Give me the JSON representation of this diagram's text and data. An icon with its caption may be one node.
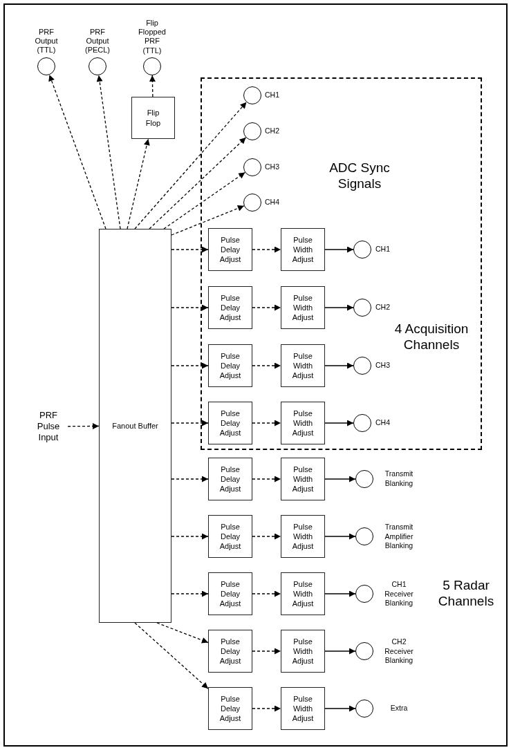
{
  "diagram": {
    "nodes": [
      {
        "text": [
          "PRF Output (TTL)"
        ]
      },
      {
        "text": [
          "PRF Output (PECL)"
        ]
      },
      {
        "text": [
          "Flip Flopped PRF (TTL)"
        ]
      },
      {
        "text": [
          "Flip Flop"
        ]
      },
      {
        "text": [
          "ADC Sync Signals",
          "4 Acquisition Channels"
        ]
      },
      {
        "text": [],
        "shape": "circle",
        "in": 4,
        "beside": [
          "CH1"
        ]
      },
      {
        "text": [],
        "shape": "circle",
        "in": 4,
        "beside": [
          "CH2"
        ]
      },
      {
        "text": [],
        "shape": "circle",
        "in": 4,
        "beside": [
          "CH3"
        ]
      },
      {
        "text": [],
        "shape": "circle",
        "in": 4,
        "beside": [
          "CH4"
        ]
      },
      {
        "text": [
          "PRF Pulse Input"
        ]
      },
      {
        "text": [
          "Fanout Buffer"
        ]
      },
      {
        "text": [
          "Pulse Delay Adjust"
        ],
        "in": 4
      },
      {
        "text": [
          "Pulse Width Adjust"
        ],
        "in": 4
      },
      {
        "text": [],
        "shape": "circle",
        "in": 4,
        "beside": [
          "CH1"
        ]
      },
      {
        "text": [
          "Pulse Delay Adjust"
        ],
        "in": 4
      },
      {
        "text": [
          "Pulse Width Adjust"
        ],
        "in": 4
      },
      {
        "text": [],
        "shape": "circle",
        "in": 4,
        "beside": [
          "CH2"
        ]
      },
      {
        "text": [
          "Pulse Delay Adjust"
        ],
        "in": 4
      },
      {
        "text": [
          "Pulse Width Adjust"
        ],
        "in": 4
      },
      {
        "text": [],
        "shape": "circle",
        "in": 4,
        "beside": [
          "CH3"
        ]
      },
      {
        "text": [
          "Pulse Delay Adjust"
        ],
        "in": 4
      },
      {
        "text": [
          "Pulse Width Adjust"
        ],
        "in": 4
      },
      {
        "text": [],
        "shape": "circle",
        "in": 4,
        "beside": [
          "CH4"
        ]
      },
      {
        "text": [
          "Pulse Delay Adjust"
        ]
      },
      {
        "text": [
          "Pulse Width Adjust"
        ]
      },
      {
        "text": [],
        "shape": "circle",
        "beside": [
          "Transmit Blanking"
        ]
      },
      {
        "text": [
          "Pulse Delay Adjust"
        ]
      },
      {
        "text": [
          "Pulse Width Adjust"
        ]
      },
      {
        "text": [],
        "shape": "circle",
        "beside": [
          "Transmit Amplifier Blanking"
        ]
      },
      {
        "text": [
          "Pulse Delay Adjust"
        ]
      },
      {
        "text": [
          "Pulse Width Adjust"
        ]
      },
      {
        "text": [],
        "shape": "circle",
        "beside": [
          "CH1 Receiver Blanking"
        ]
      },
      {
        "text": [
          "Pulse Delay Adjust"
        ]
      },
      {
        "text": [
          "Pulse Width Adjust"
        ]
      },
      {
        "text": [],
        "shape": "circle",
        "beside": [
          "CH2 Receiver Blanking"
        ]
      },
      {
        "text": [
          "Pulse Delay Adjust"
        ]
      },
      {
        "text": [
          "Pulse Width Adjust"
        ]
      },
      {
        "text": [],
        "shape": "circle",
        "beside": [
          "Extra"
        ]
      }
    ],
    "edges": [
      {
        "from": 10,
        "to": 0,
        "arrow": "to",
        "style": "dashed"
      },
      {
        "from": 10,
        "to": 1,
        "arrow": "to",
        "style": "dashed"
      },
      {
        "from": 10,
        "to": 3,
        "arrow": "to",
        "style": "dashed"
      },
      {
        "from": 3,
        "to": 2,
        "arrow": "to",
        "style": "dashed"
      },
      {
        "from": 10,
        "to": 5,
        "arrow": "to",
        "style": "dashed"
      },
      {
        "from": 10,
        "to": 6,
        "arrow": "to",
        "style": "dashed"
      },
      {
        "from": 10,
        "to": 7,
        "arrow": "to",
        "style": "dashed"
      },
      {
        "from": 10,
        "to": 8,
        "arrow": "to",
        "style": "dashed"
      },
      {
        "from": 9,
        "to": 10,
        "arrow": "to",
        "style": "dashed"
      },
      {
        "from": 10,
        "to": 11,
        "arrow": "to",
        "style": "dashed"
      },
      {
        "from": 11,
        "to": 12,
        "arrow": "to",
        "style": "dashed"
      },
      {
        "from": 12,
        "to": 13,
        "arrow": "to"
      },
      {
        "from": 10,
        "to": 14,
        "arrow": "to",
        "style": "dashed"
      },
      {
        "from": 14,
        "to": 15,
        "arrow": "to",
        "style": "dashed"
      },
      {
        "from": 15,
        "to": 16,
        "arrow": "to"
      },
      {
        "from": 10,
        "to": 17,
        "arrow": "to",
        "style": "dashed"
      },
      {
        "from": 17,
        "to": 18,
        "arrow": "to",
        "style": "dashed"
      },
      {
        "from": 18,
        "to": 19,
        "arrow": "to"
      },
      {
        "from": 10,
        "to": 20,
        "arrow": "to",
        "style": "dashed"
      },
      {
        "from": 20,
        "to": 21,
        "arrow": "to",
        "style": "dashed"
      },
      {
        "from": 21,
        "to": 22,
        "arrow": "to"
      },
      {
        "from": 10,
        "to": 23,
        "arrow": "to",
        "style": "dashed"
      },
      {
        "from": 23,
        "to": 24,
        "arrow": "to",
        "style": "dashed"
      },
      {
        "from": 24,
        "to": 25,
        "arrow": "to"
      },
      {
        "from": 10,
        "to": 26,
        "arrow": "to",
        "style": "dashed"
      },
      {
        "from": 26,
        "to": 27,
        "arrow": "to",
        "style": "dashed"
      },
      {
        "from": 27,
        "to": 28,
        "arrow": "to"
      },
      {
        "from": 10,
        "to": 29,
        "arrow": "to",
        "style": "dashed"
      },
      {
        "from": 29,
        "to": 30,
        "arrow": "to",
        "style": "dashed"
      },
      {
        "from": 30,
        "to": 31,
        "arrow": "to"
      },
      {
        "from": 10,
        "to": 32,
        "arrow": "to",
        "style": "dashed"
      },
      {
        "from": 32,
        "to": 33,
        "arrow": "to",
        "style": "dashed"
      },
      {
        "from": 33,
        "to": 34,
        "arrow": "to"
      },
      {
        "from": 10,
        "to": 35,
        "arrow": "to",
        "style": "dashed"
      },
      {
        "from": 35,
        "to": 36,
        "arrow": "to",
        "style": "dashed"
      },
      {
        "from": 36,
        "to": 37,
        "arrow": "to"
      }
    ],
    "labels": [
      "5 Radar Channels"
    ]
  }
}
